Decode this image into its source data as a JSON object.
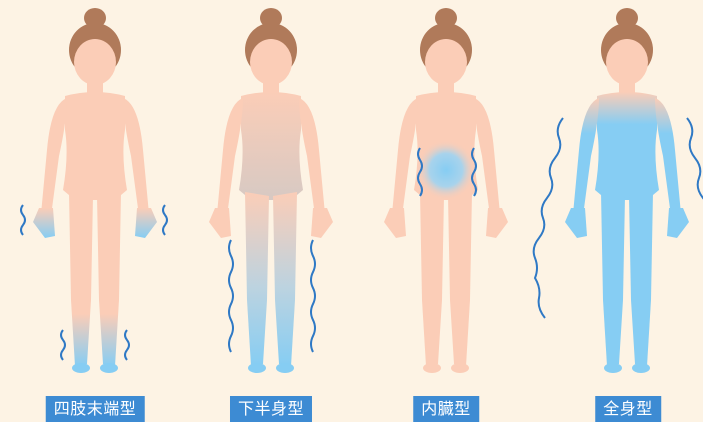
{
  "colors": {
    "background": "#fdf3e4",
    "skin": "#fbcdb7",
    "hair": "#b07a5a",
    "cold_blue": "#86cdf3",
    "wave_blue": "#2f79c5",
    "label_bg": "#3d8bd3",
    "label_text": "#ffffff"
  },
  "figures": [
    {
      "label": "四肢末端型"
    },
    {
      "label": "下半身型"
    },
    {
      "label": "内臓型"
    },
    {
      "label": "全身型"
    }
  ]
}
